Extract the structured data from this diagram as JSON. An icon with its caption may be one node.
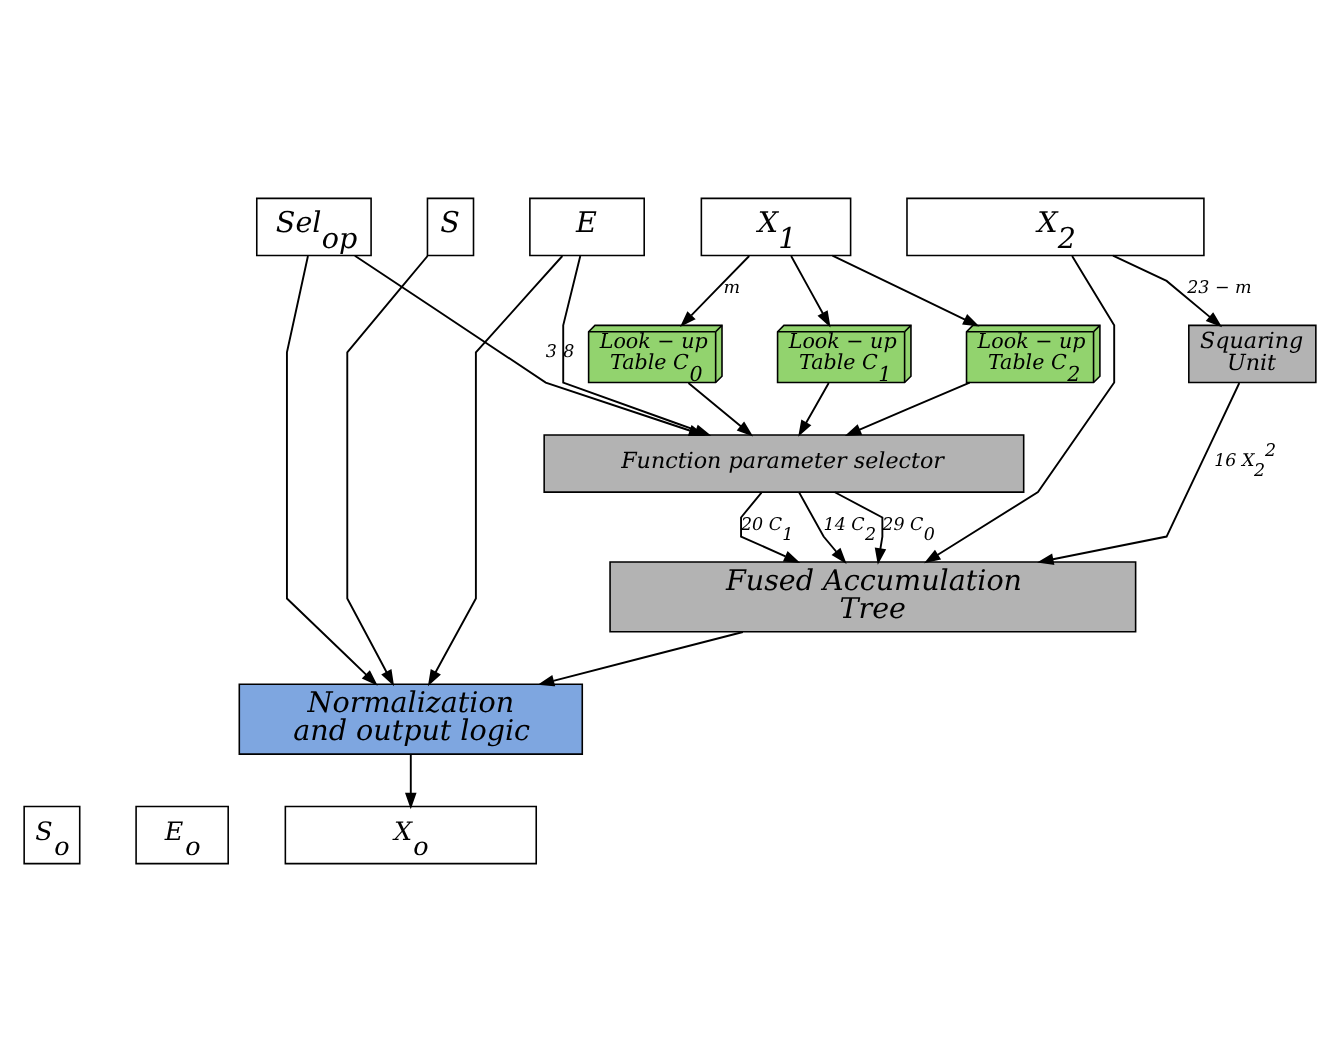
{
  "diagram": {
    "nodes": [
      {
        "text": [
          "Sel$_{op}$"
        ]
      },
      {
        "text": [
          "S"
        ]
      },
      {
        "text": [
          "E"
        ]
      },
      {
        "text": [
          "X$_{1}$"
        ]
      },
      {
        "text": [
          "X$_{2}$"
        ]
      },
      {
        "text": [
          "Look − up Table C$_{0}$"
        ]
      },
      {
        "text": [
          "Look − up Table C$_{1}$"
        ]
      },
      {
        "text": [
          "Look − up Table C$_{2}$"
        ]
      },
      {
        "text": [
          "Squaring Unit"
        ]
      },
      {
        "text": [
          "Function parameter selector"
        ]
      },
      {
        "text": [
          "Fused Accumulation Tree"
        ]
      },
      {
        "text": [
          "Normalization and output logic"
        ]
      },
      {
        "text": [
          "S$_{o}$"
        ]
      },
      {
        "text": [
          "E$_{o}$"
        ]
      },
      {
        "text": [
          "X$_{o}$"
        ]
      }
    ],
    "edges": [
      {
        "from": 3,
        "to": 5,
        "arrow": "to",
        "label": "m"
      },
      {
        "from": 3,
        "to": 6,
        "arrow": "to"
      },
      {
        "from": 3,
        "to": 7,
        "arrow": "to"
      },
      {
        "from": 4,
        "to": 8,
        "arrow": "to",
        "label": "23 − m"
      },
      {
        "from": 4,
        "to": 10,
        "arrow": "to"
      },
      {
        "from": 5,
        "to": 9,
        "arrow": "to"
      },
      {
        "from": 6,
        "to": 9,
        "arrow": "to"
      },
      {
        "from": 7,
        "to": 9,
        "arrow": "to"
      },
      {
        "from": 2,
        "to": 9,
        "arrow": "to",
        "label": "8"
      },
      {
        "from": 0,
        "to": 9,
        "arrow": "to",
        "label": "3"
      },
      {
        "from": 9,
        "to": 10,
        "arrow": "to",
        "label": "29 C$_{0}$"
      },
      {
        "from": 9,
        "to": 10,
        "arrow": "to",
        "label": "20 C$_{1}$"
      },
      {
        "from": 9,
        "to": 10,
        "arrow": "to",
        "label": "14 C$_{2}$"
      },
      {
        "from": 8,
        "to": 10,
        "arrow": "to",
        "label": "16 X$_{2}$$^{2}$"
      },
      {
        "from": 10,
        "to": 11,
        "arrow": "to"
      },
      {
        "from": 2,
        "to": 11,
        "arrow": "to"
      },
      {
        "from": 1,
        "to": 11,
        "arrow": "to"
      },
      {
        "from": 0,
        "to": 11,
        "arrow": "to"
      },
      {
        "from": 11,
        "to": 14,
        "arrow": "to"
      }
    ]
  }
}
